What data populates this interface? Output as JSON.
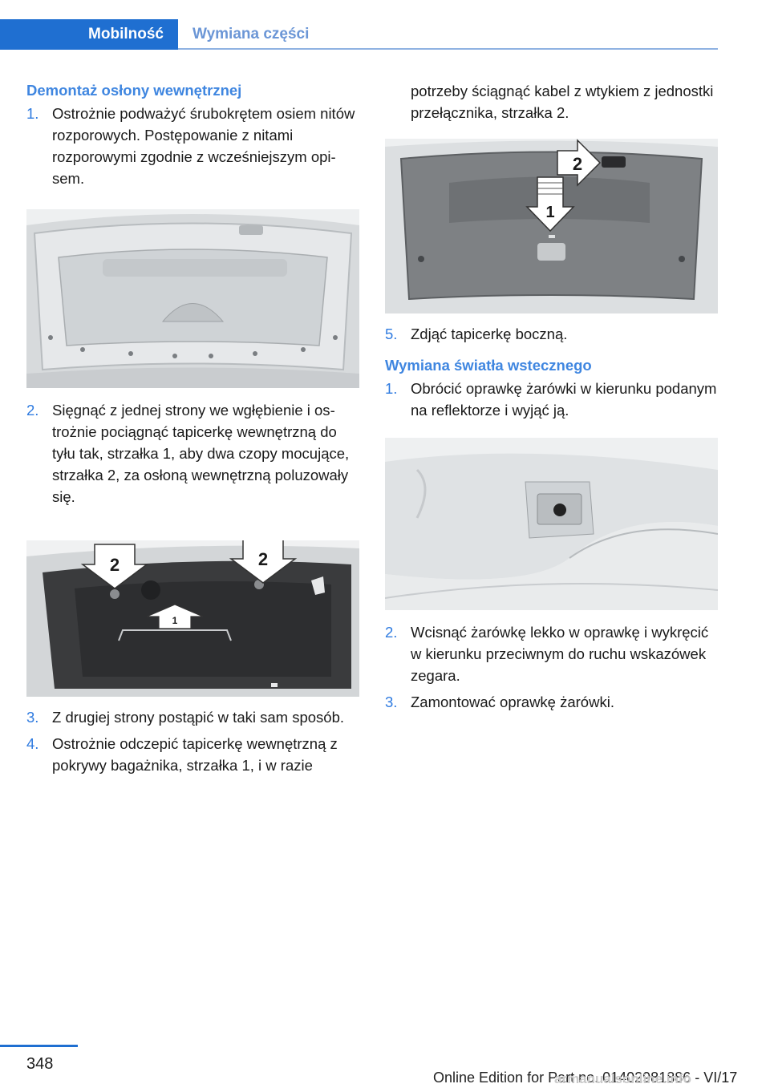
{
  "header": {
    "tab_active": "Mobilność",
    "tab_inactive": "Wymiana części"
  },
  "left": {
    "heading": "Demontaż osłony wewnętrznej",
    "steps": [
      {
        "num": "1.",
        "text": "Ostrożnie podważyć śrubokrętem osiem nitów rozporowych. Postępowanie z nitami rozporowymi zgodnie z wcześniejszym opi­sem."
      },
      {
        "num": "2.",
        "text": "Sięgnąć z jednej strony we wgłębienie i os­trożnie pociągnąć tapicerkę wewnętrzną do tyłu tak, strzałka 1, aby dwa czopy mo­cujące, strzałka 2, za osłoną wewnętrzną poluzowały się."
      },
      {
        "num": "3.",
        "text": "Z drugiej strony postąpić w taki sam spo­sób."
      },
      {
        "num": "4.",
        "text": "Ostrożnie odczepić tapicerkę wewnętrzną z pokrywy bagażnika, strzałka 1, i w razie"
      }
    ],
    "fig2_labels": [
      "2",
      "2",
      "1"
    ]
  },
  "right": {
    "continuation": "potrzeby ściągnąć kabel z wtykiem z jed­nostki przełącznika, strzałka 2.",
    "fig3_labels": [
      "2",
      "1"
    ],
    "step5": {
      "num": "5.",
      "text": "Zdjąć tapicerkę boczną."
    },
    "heading": "Wymiana światła wstecznego",
    "steps": [
      {
        "num": "1.",
        "text": "Obrócić oprawkę żarówki w kierunku pod­anym na reflektorze i wyjąć ją."
      },
      {
        "num": "2.",
        "text": "Wcisnąć żarówkę lekko w oprawkę i wykrę­cić w kierunku przeciwnym do ruchu wska­zówek zegara."
      },
      {
        "num": "3.",
        "text": "Zamontować oprawkę żarówki."
      }
    ]
  },
  "footer": {
    "page_number": "348",
    "edition": "Online Edition for Part no. 01402981886 - VI/17",
    "watermark": "armanualsonline.info"
  },
  "colors": {
    "accent": "#1f6fd1",
    "heading": "#3f86e0",
    "step_number": "#2f7be0"
  }
}
